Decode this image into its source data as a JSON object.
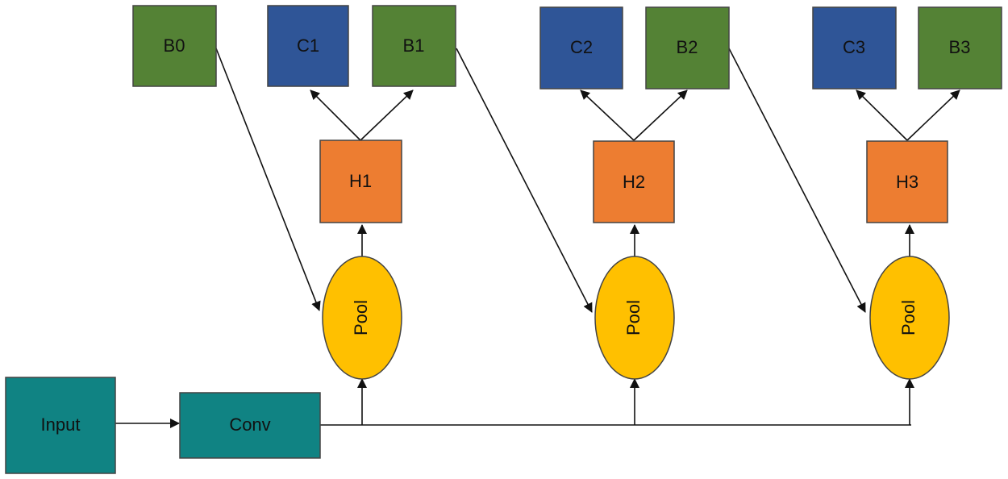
{
  "colors": {
    "input_conv": "#108383",
    "green_box": "#548235",
    "blue_box": "#2F5597",
    "orange_box": "#ED7D31",
    "pool": "#FFC000",
    "line": "#111111"
  },
  "nodes": {
    "input": "Input",
    "conv": "Conv",
    "b0": "B0",
    "pools": [
      "Pool",
      "Pool",
      "Pool"
    ],
    "stages": [
      {
        "h": "H1",
        "c": "C1",
        "b": "B1"
      },
      {
        "h": "H2",
        "c": "C2",
        "b": "B2"
      },
      {
        "h": "H3",
        "c": "C3",
        "b": "B3"
      }
    ]
  },
  "edges": [
    {
      "from": "Input",
      "to": "Conv"
    },
    {
      "from": "Conv",
      "to": "Pool"
    },
    {
      "from": "Conv",
      "to": "Pool"
    },
    {
      "from": "Conv",
      "to": "Pool"
    },
    {
      "from": "B0",
      "to": "Pool"
    },
    {
      "from": "B1",
      "to": "Pool"
    },
    {
      "from": "B2",
      "to": "Pool"
    },
    {
      "from": "Pool",
      "to": "H1"
    },
    {
      "from": "Pool",
      "to": "H2"
    },
    {
      "from": "Pool",
      "to": "H3"
    },
    {
      "from": "H1",
      "to": "C1"
    },
    {
      "from": "H1",
      "to": "B1"
    },
    {
      "from": "H2",
      "to": "C2"
    },
    {
      "from": "H2",
      "to": "B2"
    },
    {
      "from": "H3",
      "to": "C3"
    },
    {
      "from": "H3",
      "to": "B3"
    }
  ]
}
